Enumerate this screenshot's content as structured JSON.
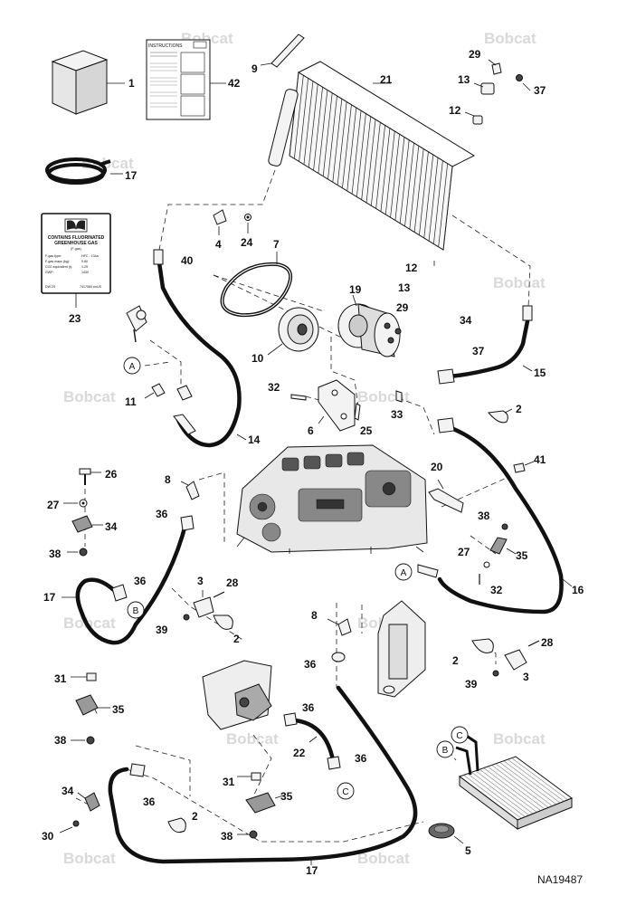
{
  "watermark": "Bobcat",
  "reference_code": "NA19487",
  "label_23": {
    "title_line1": "CONTAINS FLUORINATED",
    "title_line2": "GREENHOUSE GAS",
    "title_line3": "(F-gas)",
    "row1_label": "F-gas type:",
    "row1_value": "HFC - 134a",
    "row2_label": "F-gas mass (kg):",
    "row2_value": "0.80",
    "row3_label": "CO2 equivalent (t):",
    "row3_value": "1.29",
    "row4_label": "GWP:",
    "row4_value": "1430",
    "footer_left": "DW 25",
    "footer_right": "7417080 enUS"
  },
  "instructions_sheet": {
    "title": "INSTRUCTIONS"
  },
  "callouts": [
    "A",
    "B",
    "C"
  ],
  "part_numbers": {
    "p1": "1",
    "p42": "42",
    "p9": "9",
    "p21": "21",
    "p29a": "29",
    "p13a": "13",
    "p37a": "37",
    "p12a": "12",
    "p17a": "17",
    "p4": "4",
    "p24": "24",
    "p7": "7",
    "p40": "40",
    "p12b": "12",
    "p13b": "13",
    "p19": "19",
    "p29b": "29",
    "p34a": "34",
    "p37b": "37",
    "p23": "23",
    "p10": "10",
    "p15": "15",
    "p11": "11",
    "p32a": "32",
    "p6": "6",
    "p25": "25",
    "p33": "33",
    "p2a": "2",
    "p14": "14",
    "p26": "26",
    "p8a": "8",
    "p20": "20",
    "p41": "41",
    "p27a": "27",
    "p34b": "34",
    "p36a": "36",
    "p38a": "38",
    "p35a": "35",
    "p27b": "27",
    "p38b": "38",
    "p32b": "32",
    "p3a": "3",
    "p28a": "28",
    "p36b": "36",
    "p17b": "17",
    "p16": "16",
    "p39a": "39",
    "p2b": "2",
    "p8b": "8",
    "p2c": "2",
    "p28b": "28",
    "p36c": "36",
    "p39b": "39",
    "p3b": "3",
    "p31a": "31",
    "p35b": "35",
    "p36d": "36",
    "p38c": "38",
    "p22": "22",
    "p36e": "36",
    "p34c": "34",
    "p36f": "36",
    "p31b": "31",
    "p35c": "35",
    "p30": "30",
    "p2d": "2",
    "p38d": "38",
    "p5": "5",
    "p17c": "17"
  }
}
